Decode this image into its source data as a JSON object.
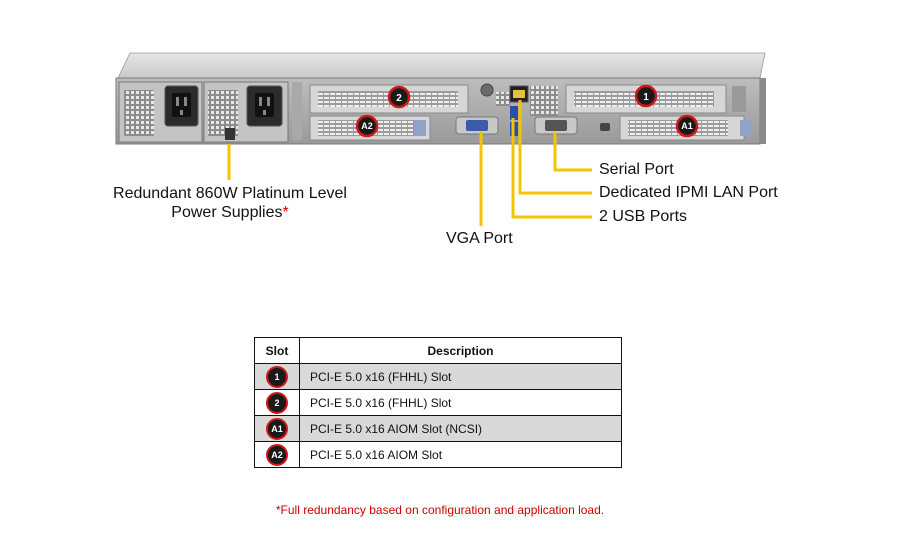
{
  "callouts": {
    "psu_line1": "Redundant  860W Platinum  Level",
    "psu_line2": "Power Supplies",
    "psu_asterisk": "*",
    "vga": "VGA Port",
    "serial": "Serial Port",
    "ipmi": "Dedicated IPMI  LAN Port",
    "usb": "2 USB Ports"
  },
  "chassis_badges": {
    "slot1": "1",
    "slot2": "2",
    "a1": "A1",
    "a2": "A2"
  },
  "table": {
    "headers": [
      "Slot",
      "Description"
    ],
    "rows": [
      {
        "slot": "1",
        "description": "PCI-E  5.0 x16 (FHHL)  Slot",
        "shaded": true
      },
      {
        "slot": "2",
        "description": "PCI-E  5.0 x16 (FHHL)  Slot",
        "shaded": false
      },
      {
        "slot": "A1",
        "description": "PCI-E  5.0 x16  AIOM  Slot (NCSI)",
        "shaded": true
      },
      {
        "slot": "A2",
        "description": "PCI-E  5.0 x16 AIOM  Slot",
        "shaded": false
      }
    ]
  },
  "footnote": "*Full redundancy  based on configuration  and application load.",
  "colors": {
    "callout_line": "#f5c400",
    "badge_ring": "#d01818",
    "asterisk": "#cc0000",
    "shaded_row": "#d9d9d9"
  }
}
